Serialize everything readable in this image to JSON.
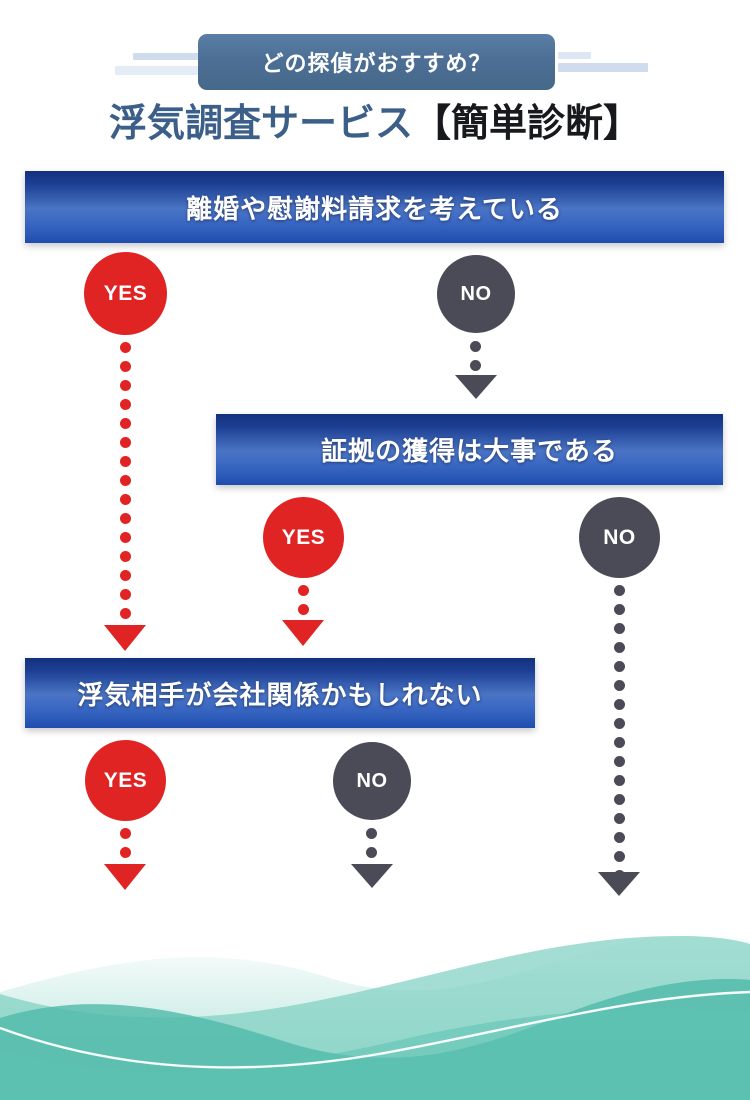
{
  "header": {
    "badge_label": "どの探偵がおすすめ？",
    "title_blue": "浮気調査サービス",
    "title_black": "【簡単診断】",
    "badge_color": "#4d6f96",
    "title_blue_color": "#3c5f8a",
    "title_black_color": "#17191c",
    "deco_line_color": "#cfdcee"
  },
  "flow": {
    "yes_color": "#e02323",
    "no_color": "#4b4b58",
    "box_gradient_top": "#14307e",
    "box_gradient_mid": "#4a74c4",
    "box_gradient_bottom": "#1f4cae",
    "boxes": [
      {
        "id": "q1",
        "text": "離婚や慰謝料請求を考えている"
      },
      {
        "id": "q2",
        "text": "証拠の獲得は大事である"
      },
      {
        "id": "q3",
        "text": "浮気相手が会社関係かもしれない"
      }
    ],
    "nodes": [
      {
        "id": "yes-1",
        "label": "YES",
        "answer": "yes",
        "from": "q1"
      },
      {
        "id": "no-1",
        "label": "NO",
        "answer": "no",
        "from": "q1"
      },
      {
        "id": "yes-2",
        "label": "YES",
        "answer": "yes",
        "from": "q2"
      },
      {
        "id": "no-2",
        "label": "NO",
        "answer": "no",
        "from": "q2"
      },
      {
        "id": "yes-3",
        "label": "YES",
        "answer": "yes",
        "from": "q3"
      },
      {
        "id": "no-3",
        "label": "NO",
        "answer": "no",
        "from": "q3"
      }
    ]
  },
  "footer": {
    "wave_color_light": "#a8ded4",
    "wave_color_mid": "#7ccfc2",
    "wave_color_dark": "#4db8a8",
    "wave_line_color": "#ffffff"
  }
}
